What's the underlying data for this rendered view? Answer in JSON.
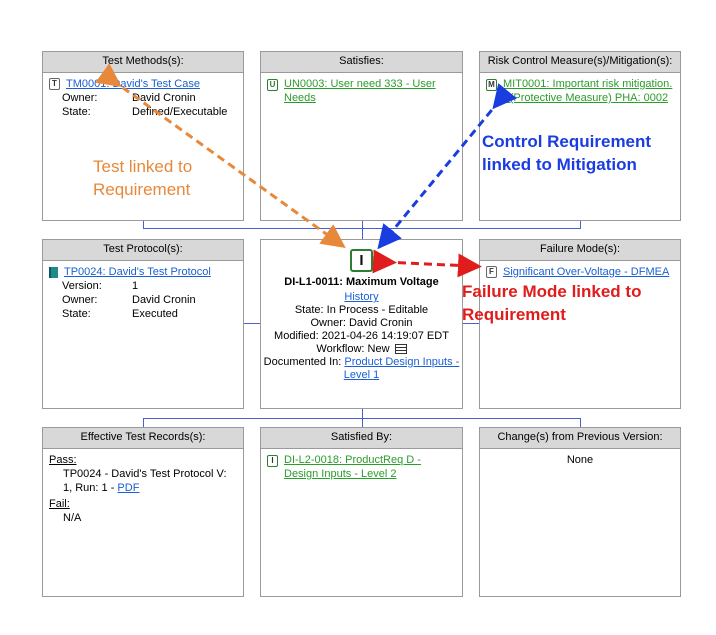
{
  "test_methods": {
    "header": "Test Methods(s):",
    "badge": "T",
    "link": "TM0001: David's Test Case",
    "owner_label": "Owner:",
    "owner": "David Cronin",
    "state_label": "State:",
    "state": "Defined/Executable"
  },
  "satisfies": {
    "header": "Satisfies:",
    "badge": "U",
    "link": "UN0003: User need 333 - User Needs"
  },
  "risk_control": {
    "header": "Risk Control Measure(s)/Mitigation(s):",
    "badge": "M",
    "link": "MIT0001: Important risk mitigation. - (Protective Measure) PHA: 0002"
  },
  "test_protocol": {
    "header": "Test Protocol(s):",
    "link": "TP0024: David's Test Protocol",
    "version_label": "Version:",
    "version": "1",
    "owner_label": "Owner:",
    "owner": "David Cronin",
    "state_label": "State:",
    "state": "Executed"
  },
  "center": {
    "badge": "I",
    "title": "DI-L1-0011: Maximum Voltage",
    "history": "History",
    "state": "State: In Process - Editable",
    "owner": "Owner: David Cronin",
    "modified": "Modified: 2021-04-26 14:19:07 EDT",
    "workflow": "Workflow: New",
    "documented_label": "Documented In:",
    "documented_link": "Product Design Inputs - Level 1"
  },
  "failure_mode": {
    "header": "Failure Mode(s):",
    "badge": "F",
    "link": "Significant Over-Voltage - DFMEA"
  },
  "effective_records": {
    "header": "Effective Test Records(s):",
    "pass_label": "Pass:",
    "pass_text": "TP0024 - David's Test Protocol V: 1, Run: 1 -",
    "pass_link": "PDF",
    "fail_label": "Fail:",
    "fail_text": "N/A"
  },
  "satisfied_by": {
    "header": "Satisfied By:",
    "badge": "I",
    "link": "DI-L2-0018: ProductReq D - Design Inputs - Level 2"
  },
  "changes": {
    "header": "Change(s) from Previous Version:",
    "value": "None"
  },
  "annotations": {
    "test_linked": "Test linked to Requirement",
    "control_req": "Control Requirement linked to Mitigation",
    "failure_mode": "Failure Mode linked to Requirement"
  },
  "colors": {
    "orange": "#e8883a",
    "blue": "#1a3de0",
    "red": "#e01c1c",
    "link_blue": "#1a5fd6",
    "link_green": "#2a9d2a",
    "connector": "#4a5fd0"
  }
}
